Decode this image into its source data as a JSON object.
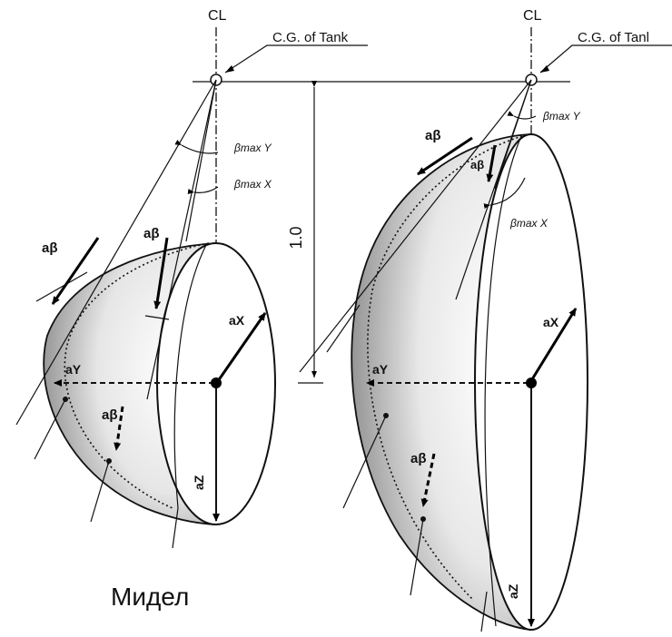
{
  "left_tank": {
    "cl_label": "CL",
    "cg_label": "C.G. of Tank",
    "beta_max_y_label": "βmax Y",
    "beta_max_x_label": "βmax X",
    "a_beta_label": "aβ",
    "a_x_label": "aX",
    "a_y_label": "aY",
    "a_z_label": "aZ"
  },
  "right_tank": {
    "cl_label": "CL",
    "cg_label": "C.G. of Tanl",
    "beta_max_y_label": "βmax Y",
    "beta_max_x_label": "βmax X",
    "a_beta_label": "aβ",
    "a_x_label": "aX",
    "a_y_label": "aY",
    "a_z_label": "aZ"
  },
  "dimension_label": "1.0",
  "caption": "Мидел"
}
